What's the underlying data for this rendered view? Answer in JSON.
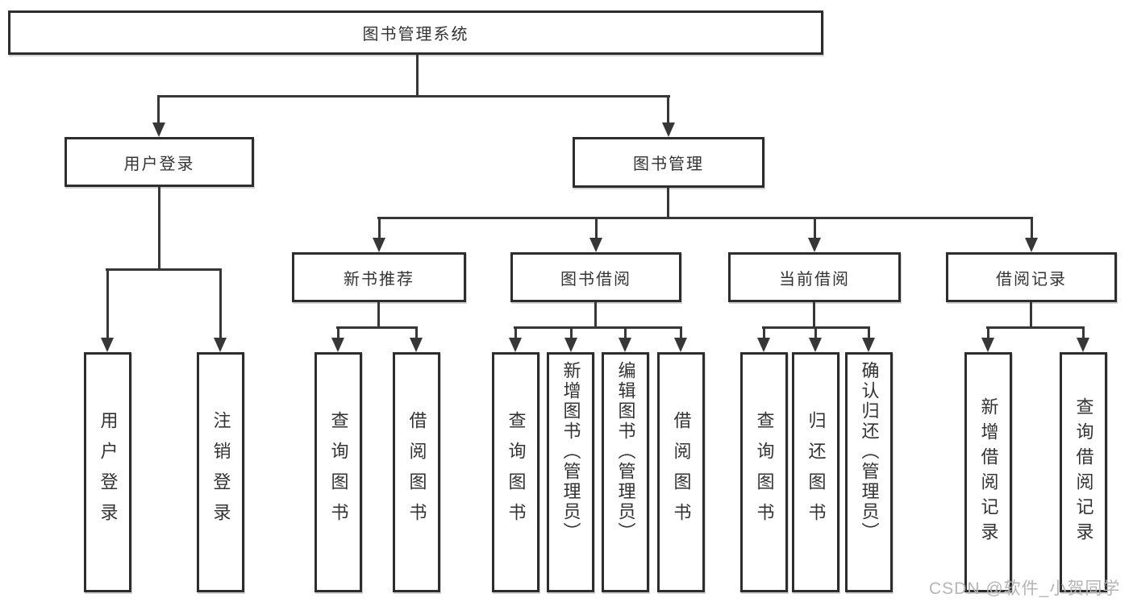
{
  "tree": {
    "root": {
      "label": "图书管理系统"
    },
    "branches": [
      {
        "label": "用户登录",
        "children": [
          {
            "label": "用户登录"
          },
          {
            "label": "注销登录"
          }
        ]
      },
      {
        "label": "图书管理",
        "children": [
          {
            "label": "新书推荐",
            "children": [
              {
                "label": "查询图书"
              },
              {
                "label": "借阅图书"
              }
            ]
          },
          {
            "label": "图书借阅",
            "children": [
              {
                "label": "查询图书"
              },
              {
                "label": "新增图书（管理员）"
              },
              {
                "label": "编辑图书（管理员）"
              },
              {
                "label": "借阅图书"
              }
            ]
          },
          {
            "label": "当前借阅",
            "children": [
              {
                "label": "查询图书"
              },
              {
                "label": "归还图书"
              },
              {
                "label": "确认归还（管理员）"
              }
            ]
          },
          {
            "label": "借阅记录",
            "children": [
              {
                "label": "新增借阅记录"
              },
              {
                "label": "查询借阅记录"
              }
            ]
          }
        ]
      }
    ]
  },
  "watermark": {
    "text": "CSDN @软件_小贺同学"
  },
  "colors": {
    "line": "#373737",
    "box_border": "#2d2d2d",
    "box_fill": "#ffffff",
    "text": "#333333",
    "watermark": "#b5b5b5",
    "background": "#ffffff"
  }
}
